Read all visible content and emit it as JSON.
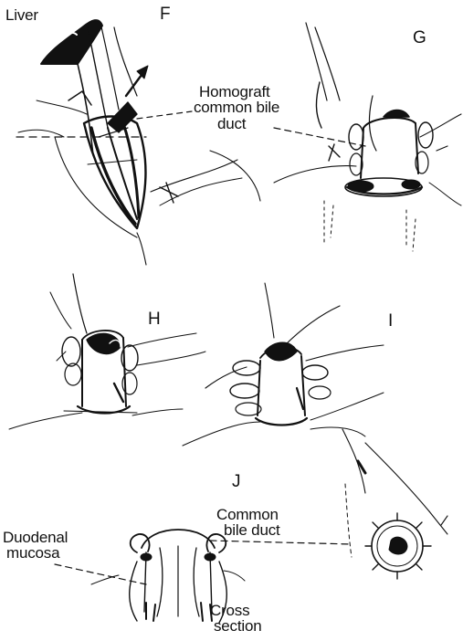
{
  "labels": {
    "liver": "Liver",
    "homograft_line1": "Homograft",
    "homograft_line2": "common bile",
    "homograft_line3": "duct",
    "common_bile_duct_line1": "Common",
    "common_bile_duct_line2": "bile duct",
    "duodenal_mucosa_line1": "Duodenal",
    "duodenal_mucosa_line2": "mucosa",
    "cross_section_line1": "Cross",
    "cross_section_line2": "section"
  },
  "panels": {
    "f": "F",
    "g": "G",
    "h": "H",
    "i": "I",
    "j": "J"
  },
  "ink_color": "#111111",
  "background_color": "#ffffff"
}
